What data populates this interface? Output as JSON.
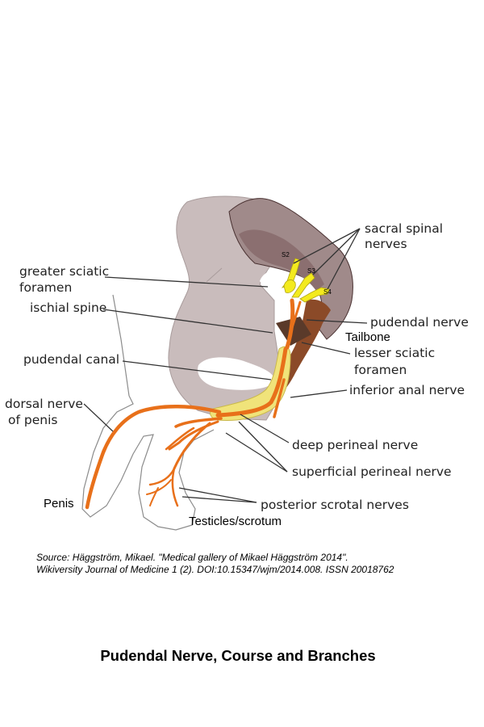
{
  "labels": {
    "sacral_spinal_nerves": [
      "sacral spinal",
      "nerves"
    ],
    "greater_sciatic_foramen": [
      "greater sciatic",
      "foramen"
    ],
    "ischial_spine": "ischial spine",
    "pudendal_nerve": "pudendal nerve",
    "tailbone": "Tailbone",
    "lesser_sciatic_foramen": [
      "lesser sciatic",
      "foramen"
    ],
    "pudendal_canal": "pudendal canal",
    "inferior_anal_nerve": "inferior anal nerve",
    "dorsal_nerve_of_penis": [
      "dorsal nerve",
      "of penis"
    ],
    "deep_perineal_nerve": "deep perineal nerve",
    "superficial_perineal_nerve": "superficial perineal nerve",
    "penis": "Penis",
    "posterior_scrotal_nerves": "posterior scrotal nerves",
    "testicles_scrotum": "Testicles/scrotum",
    "s2": "S2",
    "s3": "S3",
    "s4": "S4"
  },
  "source": {
    "line1": "Source: Häggström, Mikael. \"Medical gallery of Mikael Häggström 2014\".",
    "line2": "Wikiversity Journal of Medicine 1  (2). DOI:10.15347/wjm/2014.008. ISSN 20018762"
  },
  "caption": "Pudendal Nerve, Course and Branches",
  "colors": {
    "hip_bone": "#c9bcbc",
    "sacrum": "#a08a8a",
    "sacrum_inner": "#8b6f70",
    "ligament": "#8b4a28",
    "nerve": "#e8701a",
    "nerve_outline": "#b04e0c",
    "sacral_root": "#f3ea1e",
    "canal": "#f0e37a"
  }
}
